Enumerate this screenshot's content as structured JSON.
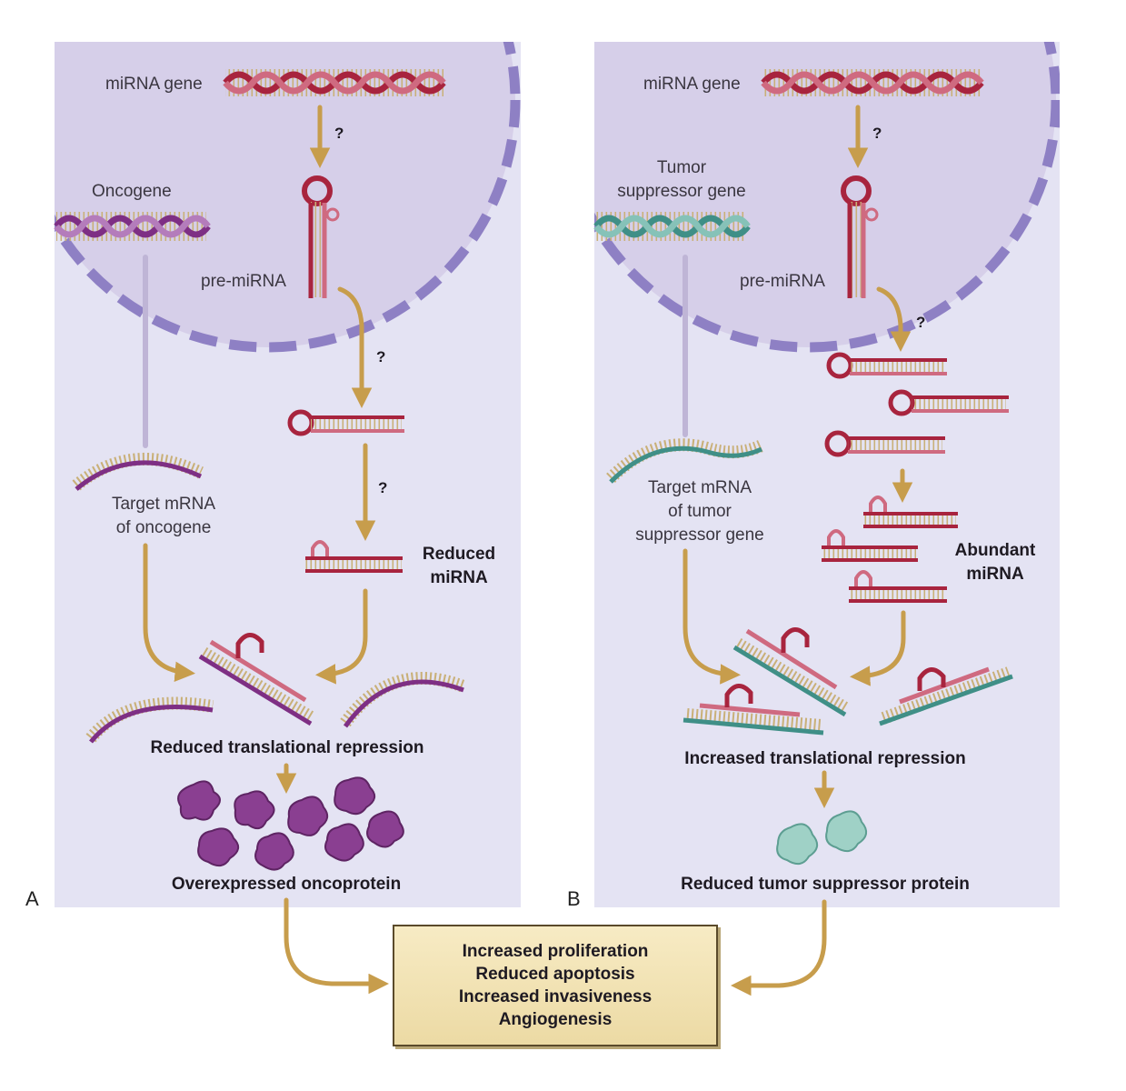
{
  "panel_a": {
    "letter": "A",
    "mirna_gene": "miRNA gene",
    "oncogene": "Oncogene",
    "pre_mirna": "pre-miRNA",
    "q1": "?",
    "q2": "?",
    "q3": "?",
    "target_mrna_line1": "Target mRNA",
    "target_mrna_line2": "of oncogene",
    "mirna_status_line1": "Reduced",
    "mirna_status_line2": "miRNA",
    "repression": "Reduced translational repression",
    "protein": "Overexpressed oncoprotein"
  },
  "panel_b": {
    "letter": "B",
    "mirna_gene": "miRNA gene",
    "gene_line1": "Tumor",
    "gene_line2": "suppressor gene",
    "pre_mirna": "pre-miRNA",
    "q1": "?",
    "q2": "?",
    "target_mrna_line1": "Target mRNA",
    "target_mrna_line2": "of tumor",
    "target_mrna_line3": "suppressor gene",
    "mirna_status_line1": "Abundant",
    "mirna_status_line2": "miRNA",
    "repression": "Increased translational repression",
    "protein": "Reduced tumor suppressor protein"
  },
  "outcomes": [
    "Increased proliferation",
    "Reduced apoptosis",
    "Increased invasiveness",
    "Angiogenesis"
  ],
  "colors": {
    "panel_bg": "#e4e3f3",
    "nucleus": "#d6cfe9",
    "membrane": "#8e80c4",
    "arrow": "#c79d4c",
    "mirna_red": "#a8243e",
    "oncogene_purple": "#7e2f84",
    "suppressor_teal": "#3f8f87",
    "oncoprotein": "#8a3f91",
    "suppressor_protein": "#9fd1c6",
    "box_fill": "#f3e4b8"
  }
}
